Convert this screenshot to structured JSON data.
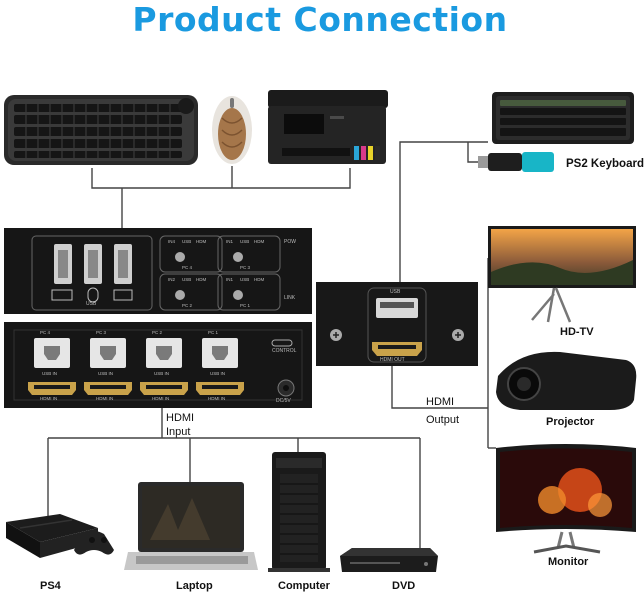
{
  "title": "Product Connection",
  "labels": {
    "ps2_keyboard": "PS2 Keyboard",
    "hdtv": "HD-TV",
    "projector": "Projector",
    "monitor": "Monitor",
    "hdmi_output_1": "HDMI",
    "hdmi_output_2": "Output",
    "hdmi_input_1": "HDMI",
    "hdmi_input_2": "Input",
    "ps4": "PS4",
    "laptop": "Laptop",
    "computer": "Computer",
    "dvd": "DVD"
  },
  "kvm_front": {
    "usb_label": "USB",
    "pc_groups": [
      {
        "top": [
          "IN4",
          "USB",
          "HDM"
        ],
        "mid": "PC 4"
      },
      {
        "top": [
          "IN1",
          "USB",
          "HDM"
        ],
        "mid": "PC 3"
      },
      {
        "top": [
          "IN2",
          "USB",
          "HDM"
        ],
        "mid": "PC 2"
      },
      {
        "top": [
          "IN1",
          "USB",
          "HDM"
        ],
        "mid": "PC 1"
      }
    ],
    "pow_label": "POW",
    "link_label": "LINK"
  },
  "kvm_back": {
    "ports": [
      {
        "pc": "PC 4",
        "usb": "USB IN",
        "hdmi": "HDMI IN"
      },
      {
        "pc": "PC 3",
        "usb": "USB IN",
        "hdmi": "HDMI IN"
      },
      {
        "pc": "PC 2",
        "usb": "USB IN",
        "hdmi": "HDMI IN"
      },
      {
        "pc": "PC 1",
        "usb": "USB IN",
        "hdmi": "HDMI IN"
      }
    ],
    "control": "CONTROL",
    "dc": "DC/5V"
  },
  "extender": {
    "usb": "USB",
    "hdmi_out": "HDMI OUT"
  },
  "colors": {
    "title": "#1a9ae0",
    "line": "#444444",
    "device_dark": "#1c1c1c",
    "panel": "#141414",
    "panel_label": "#bbbbbb"
  }
}
